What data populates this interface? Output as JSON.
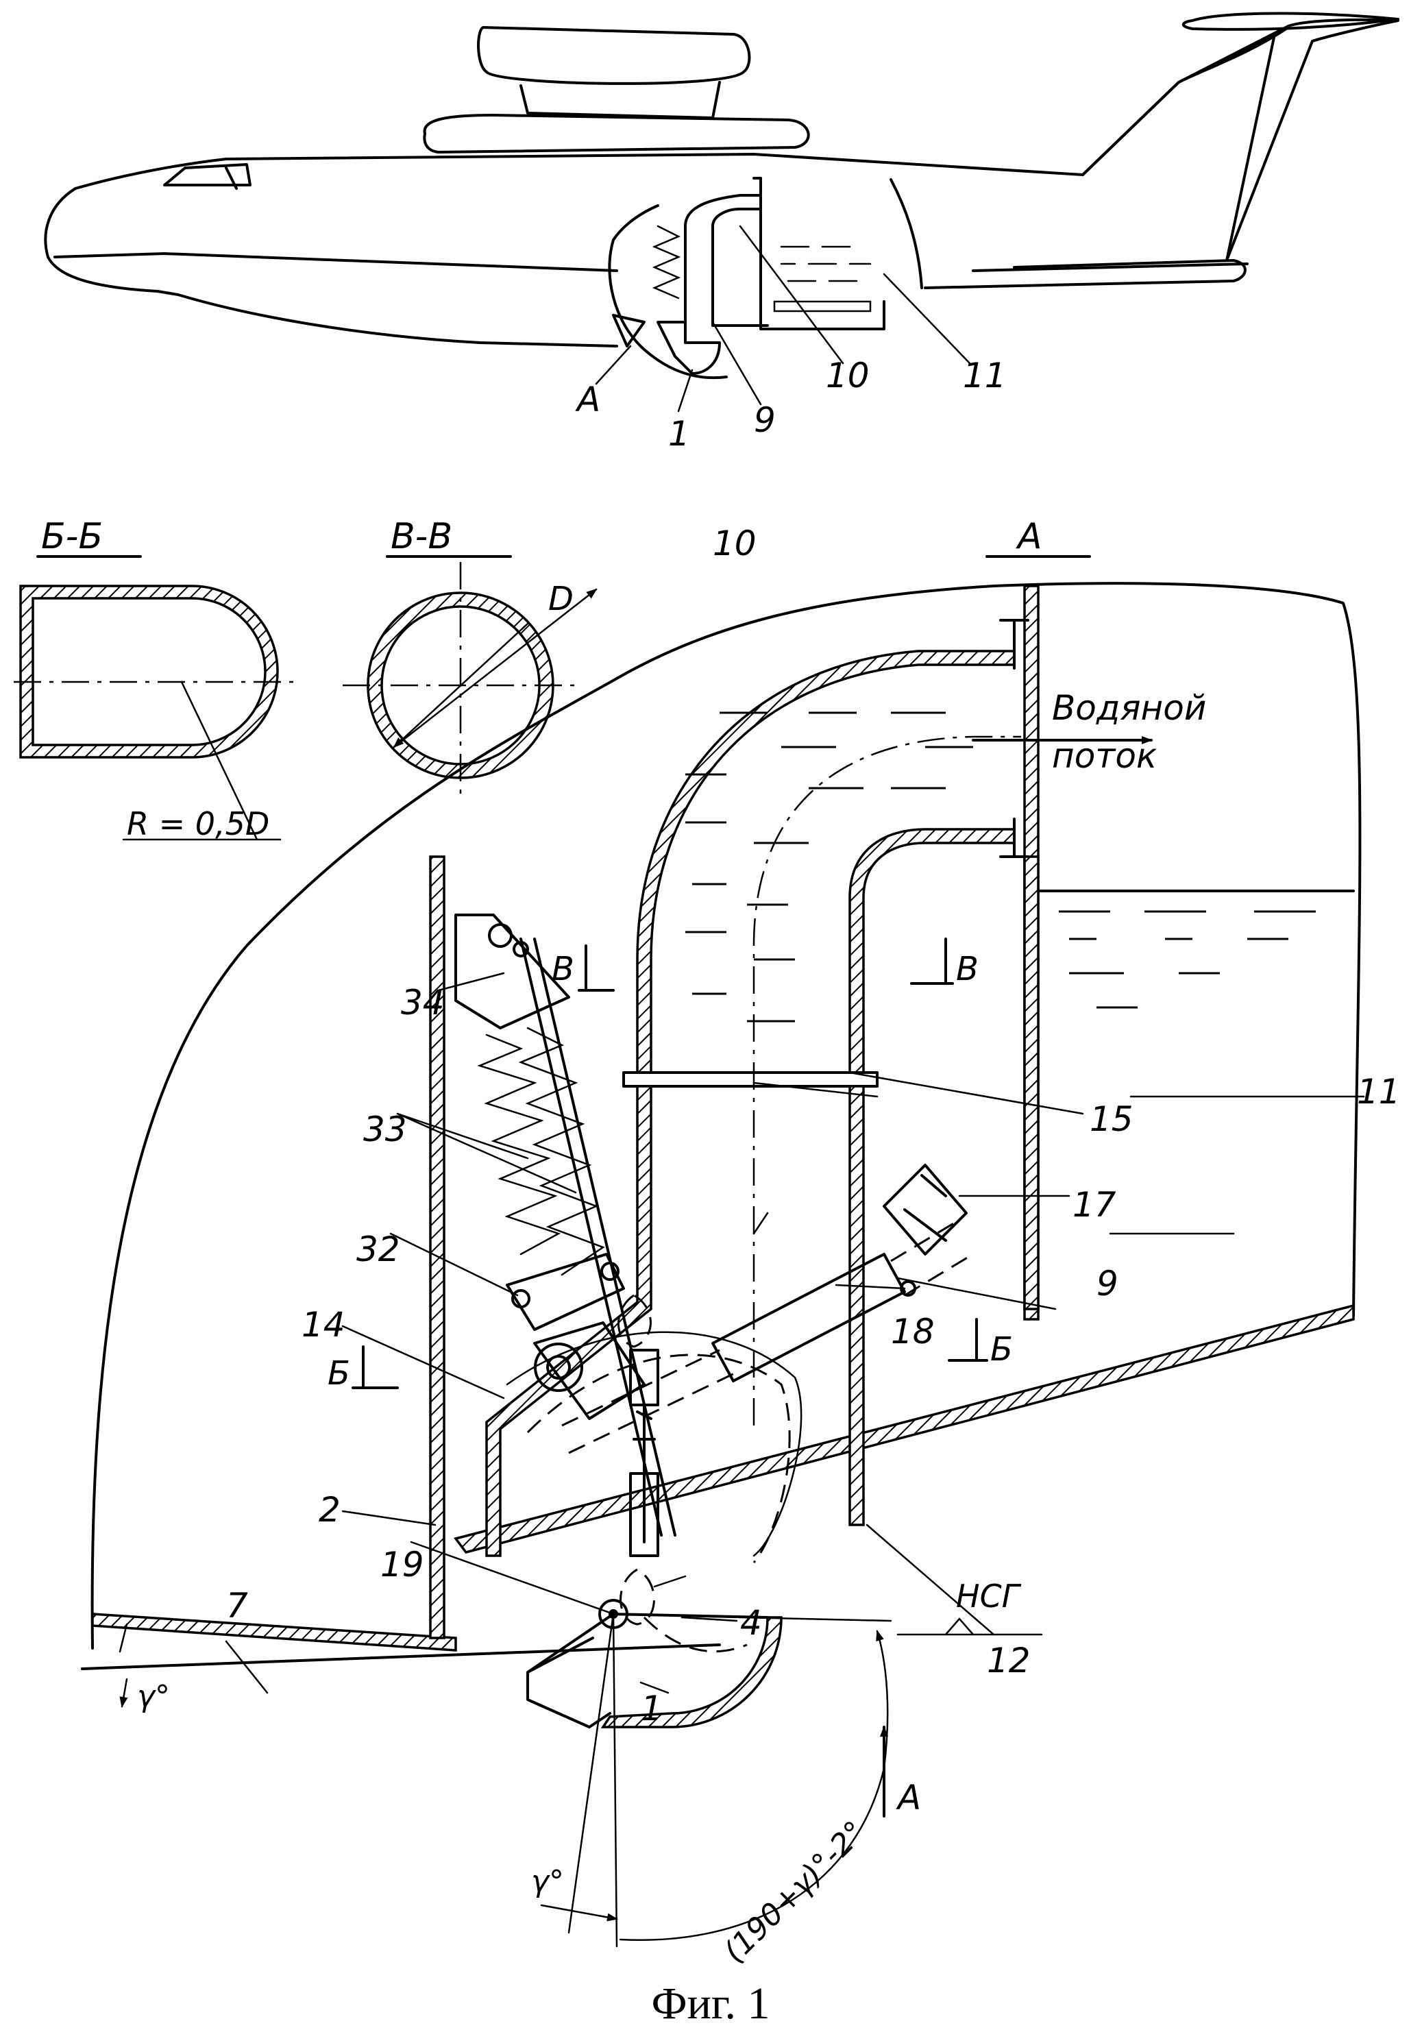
{
  "figure": {
    "caption": "Фиг. 1",
    "section_labels": {
      "bb": "Б-Б",
      "vv": "В-В",
      "a": "А"
    },
    "dimension_labels": {
      "radius": "R = 0,5D",
      "diameter": "D",
      "angle_gamma": "γ°",
      "angle_sweep": "(190+γ)°-2°",
      "waterline": "НСГ"
    },
    "flow_label": {
      "line1": "Водяной",
      "line2": "поток"
    },
    "cut_markers": {
      "b_left": "Б",
      "b_right": "Б",
      "v_left": "В",
      "v_right": "В",
      "view_arrow": "А"
    },
    "overview_labels": {
      "view_a": "А",
      "n1": "1",
      "n9": "9",
      "n10": "10",
      "n11": "11"
    },
    "part_numbers": {
      "p1": "1",
      "p2": "2",
      "p4": "4",
      "p7": "7",
      "p9": "9",
      "p10": "10",
      "p11": "11",
      "p12": "12",
      "p14": "14",
      "p15": "15",
      "p17": "17",
      "p18": "18",
      "p19": "19",
      "p32": "32",
      "p33": "33",
      "p34": "34"
    }
  }
}
